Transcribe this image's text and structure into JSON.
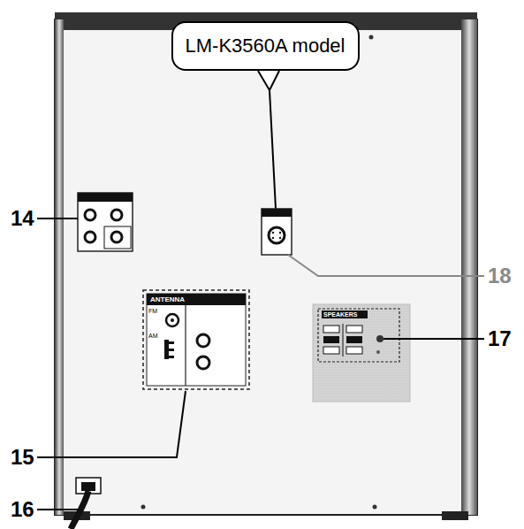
{
  "diagram": {
    "nodes": [
      {
        "text": [
          "LM-K3560A model"
        ]
      }
    ],
    "labels": [
      "14",
      "18",
      "ANTENNA",
      "FM",
      "AM",
      "SPEAKERS",
      "17",
      "15",
      "16"
    ]
  }
}
